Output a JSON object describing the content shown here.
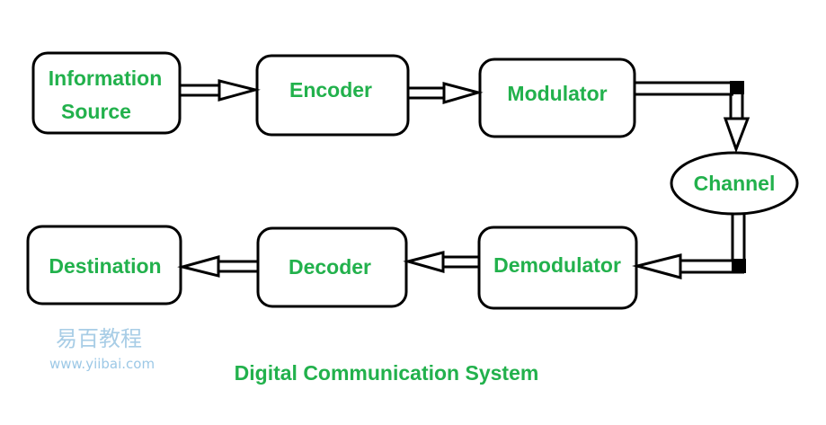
{
  "blocks": {
    "information_source": [
      "Information",
      "Source"
    ],
    "encoder": "Encoder",
    "modulator": "Modulator",
    "channel": "Channel",
    "demodulator": "Demodulator",
    "decoder": "Decoder",
    "destination": "Destination"
  },
  "caption": "Digital Communication System",
  "watermark": {
    "chinese": "易百教程",
    "url": "www.yiibai.com"
  },
  "colors": {
    "label": "#22b14c",
    "stroke": "#000000",
    "watermark": "#a8cde6"
  }
}
